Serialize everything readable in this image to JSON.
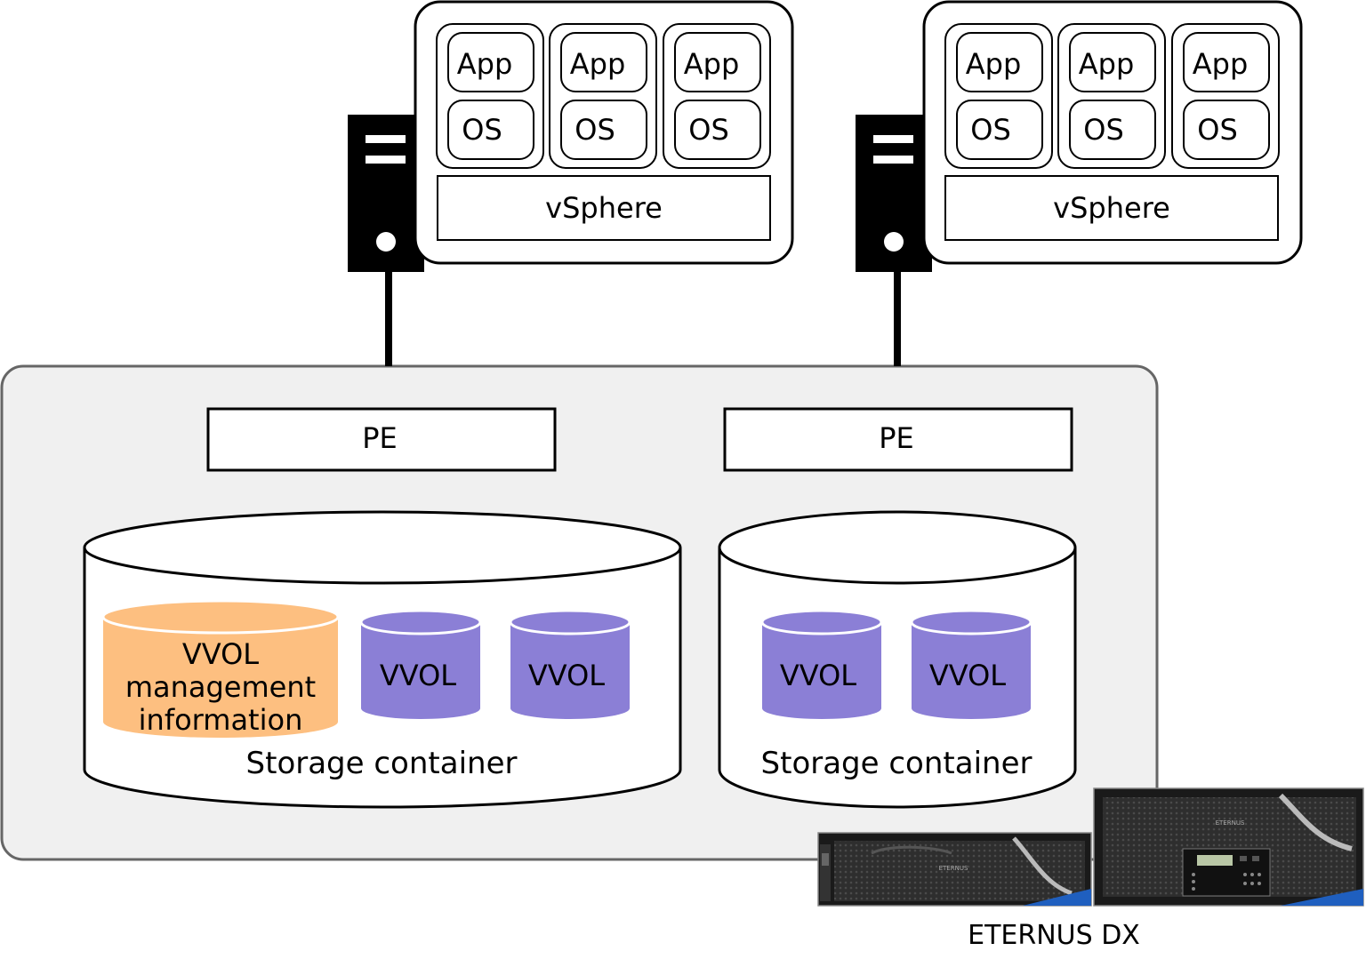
{
  "hosts": [
    {
      "vms": [
        {
          "app": "App",
          "os": "OS"
        },
        {
          "app": "App",
          "os": "OS"
        },
        {
          "app": "App",
          "os": "OS"
        }
      ],
      "hypervisor": "vSphere"
    },
    {
      "vms": [
        {
          "app": "App",
          "os": "OS"
        },
        {
          "app": "App",
          "os": "OS"
        },
        {
          "app": "App",
          "os": "OS"
        }
      ],
      "hypervisor": "vSphere"
    }
  ],
  "storage": {
    "pe": [
      "PE",
      "PE"
    ],
    "containers": [
      {
        "label": "Storage container",
        "management_volume": {
          "lines": [
            "VVOL",
            "management",
            "information"
          ]
        },
        "volumes": [
          "VVOL",
          "VVOL"
        ]
      },
      {
        "label": "Storage container",
        "volumes": [
          "VVOL",
          "VVOL"
        ]
      }
    ],
    "device_label": "ETERNUS DX",
    "device_brand": "ETERNUS"
  },
  "colors": {
    "panel": "#f0f0f0",
    "panel_border": "#666666",
    "vvol": "#8b7fd6",
    "mgmt_vvol": "#fdbf80",
    "server": "#000000"
  }
}
